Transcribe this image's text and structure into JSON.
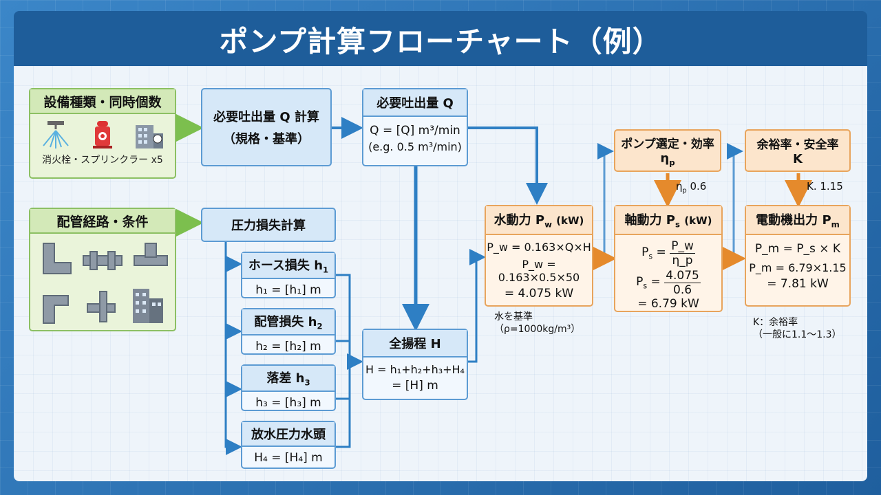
{
  "title": "ポンプ計算フローチャート（例）",
  "equipment": {
    "header": "設備種類・同時個数",
    "caption": "消火栓・スプリンクラー x5"
  },
  "piping": {
    "header": "配管経路・条件"
  },
  "q_calc": {
    "line1": "必要吐出量 Q 計算",
    "line2": "（規格・基準）"
  },
  "q_result": {
    "header": "必要吐出量 Q",
    "line1": "Q = [Q] m³/min",
    "line2": "(e.g. 0.5 m³/min)"
  },
  "pressure_loss": {
    "label": "圧力損失計算"
  },
  "hose": {
    "title": "ホース損失 h",
    "title_sub": "1",
    "formula": "h₁ = [h₁] m"
  },
  "pipe": {
    "title": "配管損失 h",
    "title_sub": "2",
    "formula": "h₂ = [h₂] m"
  },
  "drop": {
    "title": "落差 h",
    "title_sub": "3",
    "formula": "h₃ = [h₃] m"
  },
  "discharge": {
    "title": "放水圧力水頭",
    "formula": "H₄ = [H₄] m"
  },
  "total_head": {
    "header": "全揚程 H",
    "line1": "H = h₁+h₂+h₃+H₄",
    "line2": "= [H] m"
  },
  "water_power": {
    "header": "水動力 P",
    "header_sub": "w",
    "header_unit": "(kW)",
    "line1": "P_w = 0.163×Q×H",
    "line2": "P_w = 0.163×0.5×50",
    "line3": "= 4.075 kW",
    "note1": "水を基準",
    "note2": "（ρ=1000kg/m³）"
  },
  "pump_select": {
    "line1": "ポンプ選定・効率",
    "line2": "η",
    "line2_sub": "p",
    "arrow_label": "η",
    "arrow_label_sub": "p",
    "arrow_value": "0.6"
  },
  "shaft_power": {
    "header": "軸動力 P",
    "header_sub": "s",
    "header_unit": "(kW)",
    "frac_num": "P_w",
    "frac_den": "η_p",
    "frac2_num": "4.075",
    "frac2_den": "0.6",
    "result": "= 6.79 kW"
  },
  "margin": {
    "line1": "余裕率・安全率",
    "line2": "K",
    "arrow_label": "K. 1.15"
  },
  "motor": {
    "header": "電動機出力 P",
    "header_sub": "m",
    "line1": "P_m = P_s × K",
    "line2": "P_m = 6.79×1.15",
    "line3": "= 7.81 kW",
    "note1": "K：余裕率",
    "note2": "（一般に1.1〜1.3）"
  },
  "colors": {
    "green_arrow": "#7cbf4e",
    "blue_arrow": "#2e7fc4",
    "orange_arrow": "#e58a2c"
  }
}
